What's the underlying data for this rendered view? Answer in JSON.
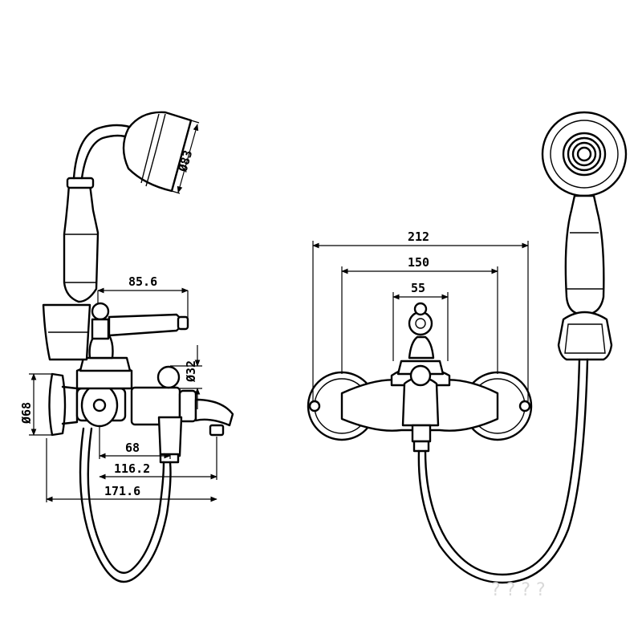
{
  "side_view": {
    "dim_handshower_diameter": "Ø83",
    "dim_lever_length": "85.6",
    "dim_spout_diameter": "Ø32",
    "dim_wall_flange_diameter": "Ø68",
    "dim_depth_68": "68",
    "dim_depth_116": "116.2",
    "dim_depth_171": "171.6"
  },
  "front_view": {
    "dim_overall_width": "212",
    "dim_centers": "150",
    "dim_knob_width": "55"
  },
  "watermark": "? ? ? ?"
}
